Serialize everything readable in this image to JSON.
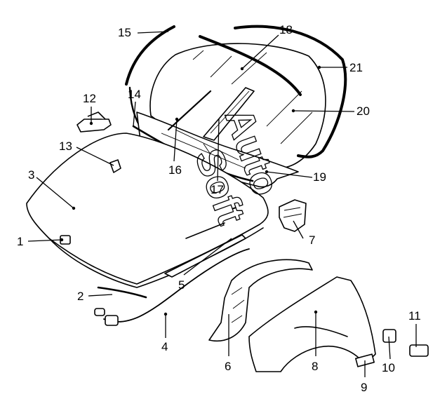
{
  "watermark": {
    "line1": "Auto",
    "line2": "Soft"
  },
  "callouts": [
    {
      "id": "c1",
      "label": "1"
    },
    {
      "id": "c2",
      "label": "2"
    },
    {
      "id": "c3",
      "label": "3"
    },
    {
      "id": "c4",
      "label": "4"
    },
    {
      "id": "c5",
      "label": "5"
    },
    {
      "id": "c6",
      "label": "6"
    },
    {
      "id": "c7",
      "label": "7"
    },
    {
      "id": "c8",
      "label": "8"
    },
    {
      "id": "c9",
      "label": "9"
    },
    {
      "id": "c10",
      "label": "10"
    },
    {
      "id": "c11",
      "label": "11"
    },
    {
      "id": "c12",
      "label": "12"
    },
    {
      "id": "c13",
      "label": "13"
    },
    {
      "id": "c14",
      "label": "14"
    },
    {
      "id": "c15",
      "label": "15"
    },
    {
      "id": "c16",
      "label": "16"
    },
    {
      "id": "c17",
      "label": "17"
    },
    {
      "id": "c18",
      "label": "18"
    },
    {
      "id": "c19",
      "label": "19"
    },
    {
      "id": "c20",
      "label": "20"
    },
    {
      "id": "c21",
      "label": "21"
    }
  ]
}
